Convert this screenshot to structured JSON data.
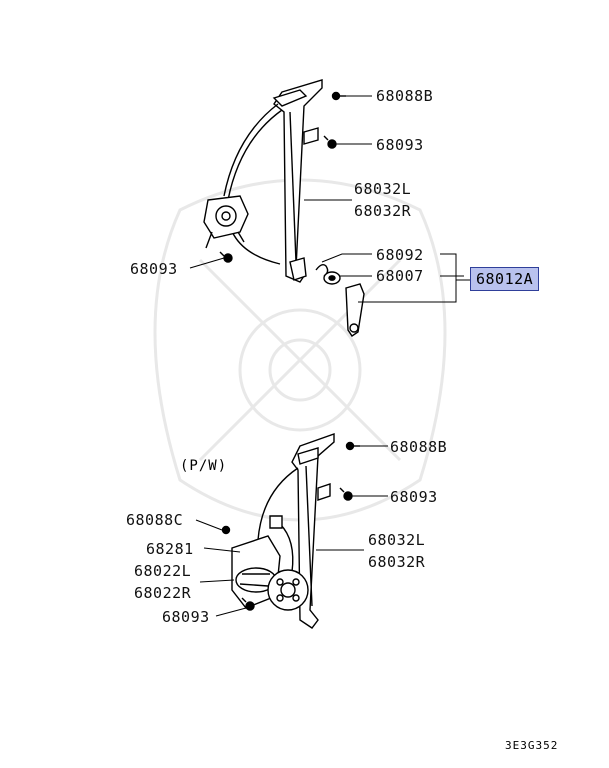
{
  "upper_assembly": {
    "labels": {
      "p68088B": "68088B",
      "p68093_a": "68093",
      "p68032L": "68032L",
      "p68032R": "68032R",
      "p68093_b": "68093",
      "p68092": "68092",
      "p68007": "68007",
      "p68012A": "68012A"
    }
  },
  "lower_assembly": {
    "note": "(P/W)",
    "labels": {
      "p68088B": "68088B",
      "p68093_a": "68093",
      "p68088C": "68088C",
      "p68281": "68281",
      "p68032L": "68032L",
      "p68032R": "68032R",
      "p68022L": "68022L",
      "p68022R": "68022R",
      "p68093_b": "68093"
    }
  },
  "diagram_code": "3E3G352",
  "colors": {
    "highlight_fill": "#b9c2ee",
    "highlight_border": "#2f3f9a",
    "line": "#000000",
    "watermark": "#e6e6e6"
  }
}
